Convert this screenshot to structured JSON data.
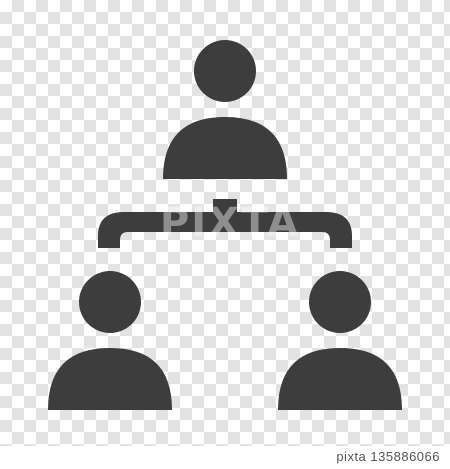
{
  "watermark": {
    "text": "PIXTA"
  },
  "footer": {
    "brand": "pixta",
    "id_number": "135886066"
  },
  "icon": {
    "name": "organization-chart-icon",
    "fill": "#3d3d3d"
  },
  "colors": {
    "checker_light": "#ffffff",
    "checker_dark": "#e3e3e3",
    "icon": "#3d3d3d"
  }
}
